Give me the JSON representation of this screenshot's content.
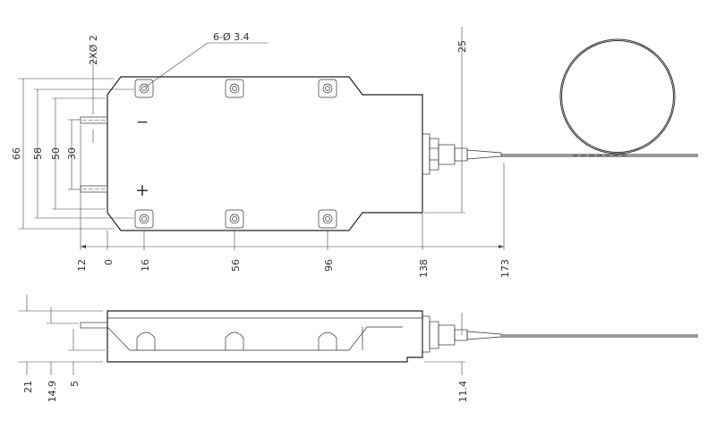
{
  "callouts": {
    "mount_holes": "6-Ø 3.4",
    "pin_diameter": "2XØ 2"
  },
  "polarity": {
    "negative": "−",
    "positive": "+"
  },
  "dims_horizontal": [
    "12",
    "0",
    "16",
    "56",
    "96",
    "138",
    "173"
  ],
  "dims_vertical": [
    "66",
    "58",
    "50",
    "30"
  ],
  "dim_fiber_offset": "25",
  "dims_side": [
    "21",
    "14.9",
    "5",
    "11.4"
  ]
}
